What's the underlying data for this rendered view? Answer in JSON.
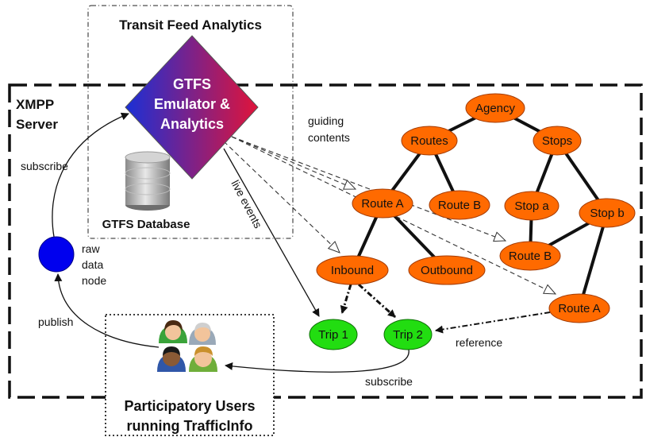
{
  "regions": {
    "xmpp": [
      "XMPP",
      "Server"
    ],
    "transit": "Transit Feed Analytics",
    "users": [
      "Participatory Users",
      "running TrafficInfo"
    ]
  },
  "emulator": [
    "GTFS",
    "Emulator &",
    "Analytics"
  ],
  "database": "GTFS Database",
  "raw_node": [
    "raw",
    "data",
    "node"
  ],
  "labels": {
    "subscribe_left": "subscribe",
    "publish": "publish",
    "guiding": [
      "guiding",
      "contents"
    ],
    "live_events": "live events",
    "reference": "reference",
    "subscribe_bottom": "subscribe"
  },
  "nodes": {
    "agency": "Agency",
    "routes": "Routes",
    "stops": "Stops",
    "route_a_1": "Route A",
    "route_b_1": "Route B",
    "stop_a": "Stop a",
    "stop_b": "Stop b",
    "inbound": "Inbound",
    "outbound": "Outbound",
    "route_b_2": "Route B",
    "route_a_2": "Route A",
    "trip1": "Trip 1",
    "trip2": "Trip 2"
  },
  "colors": {
    "node_orange": "#ff6a00",
    "node_green": "#22dd11",
    "raw_node_blue": "#0000ee",
    "emulator_gradient": [
      "#1a2fd6",
      "#e0143a"
    ]
  }
}
